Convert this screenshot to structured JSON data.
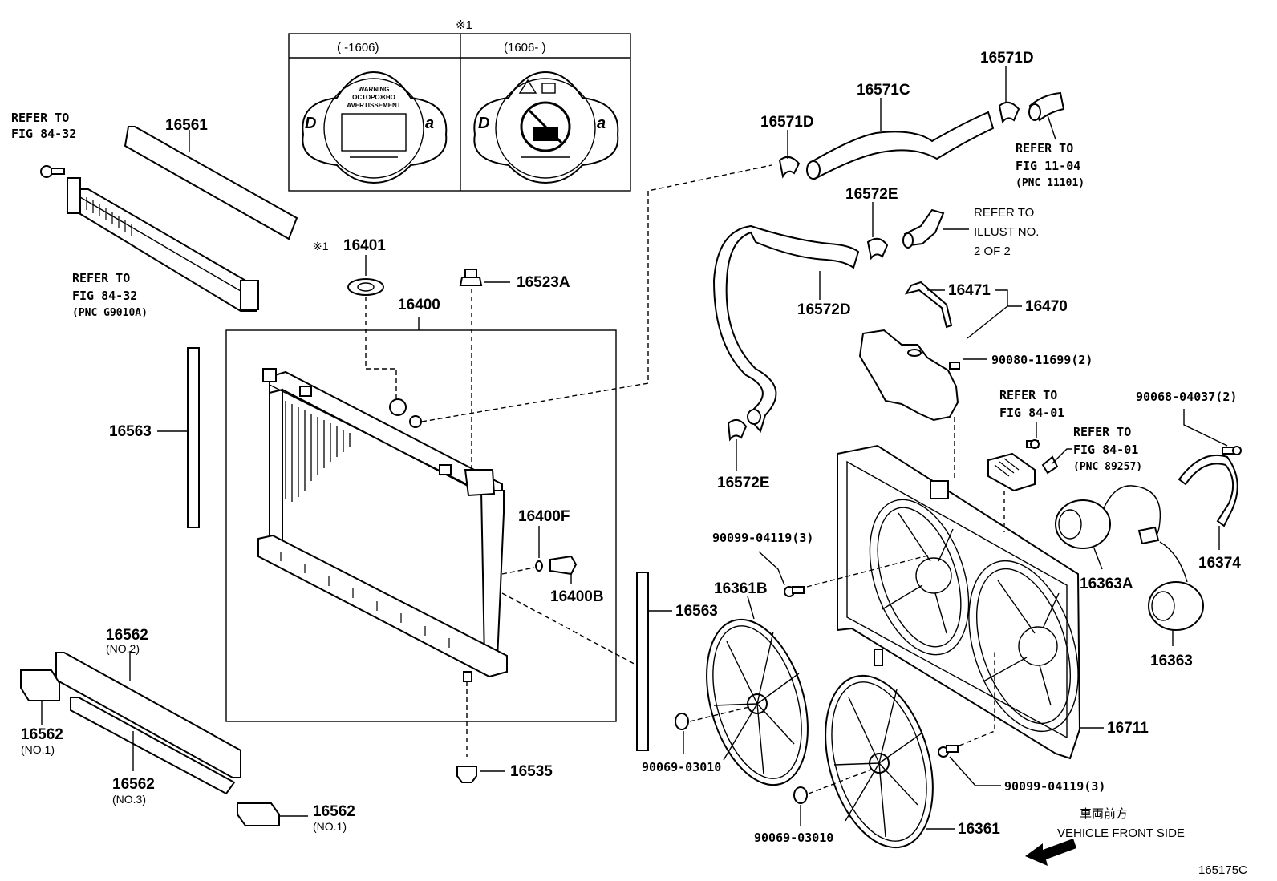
{
  "callout": {
    "marker": "※1",
    "col_left": "(     -1606)",
    "col_right": "(1606-     )",
    "cap_warning_lines": [
      "WARNING",
      "OCTOPOЖНO",
      "AVERTISSEMENT"
    ]
  },
  "parts": {
    "p16561": "16561",
    "p16563_left": "16563",
    "p16563_right": "16563",
    "p16401": "16401",
    "p16401_marker": "※1",
    "p16523A": "16523A",
    "p16400": "16400",
    "p16400F": "16400F",
    "p16400B": "16400B",
    "p16535": "16535",
    "p16562_no2": "16562",
    "p16562_no2_sub": "(NO.2)",
    "p16562_no1a": "16562",
    "p16562_no1a_sub": "(NO.1)",
    "p16562_no3": "16562",
    "p16562_no3_sub": "(NO.3)",
    "p16562_no1b": "16562",
    "p16562_no1b_sub": "(NO.1)",
    "p16571D_top": "16571D",
    "p16571C": "16571C",
    "p16571D_left": "16571D",
    "p16572E_top": "16572E",
    "p16572D": "16572D",
    "p16572E_bottom": "16572E",
    "p16471": "16471",
    "p16470": "16470",
    "p16361B": "16361B",
    "p16361": "16361",
    "p16363A": "16363A",
    "p16363": "16363",
    "p16374": "16374",
    "p16711": "16711"
  },
  "bolts": {
    "b90080": "90080-11699(2)",
    "b90068": "90068-04037(2)",
    "b90099_top": "90099-04119(3)",
    "b90099_bottom": "90099-04119(3)",
    "b90069_left": "90069-03010",
    "b90069_bottom": "90069-03010"
  },
  "refs": {
    "r_fig8432_top": [
      "REFER TO",
      "FIG 84-32"
    ],
    "r_fig8432_pnc": [
      "REFER TO",
      "FIG 84-32",
      "(PNC G9010A)"
    ],
    "r_fig1104": [
      "REFER TO",
      "FIG 11-04",
      "(PNC 11101)"
    ],
    "r_illust": [
      "REFER TO",
      "ILLUST NO.",
      "2 OF 2"
    ],
    "r_fig8401": [
      "REFER TO",
      "FIG 84-01"
    ],
    "r_fig8401_pnc": [
      "REFER TO",
      "FIG 84-01",
      "(PNC 89257)"
    ]
  },
  "direction": {
    "jp": "車両前方",
    "en": "VEHICLE FRONT SIDE"
  },
  "illustration_id": "165175C"
}
